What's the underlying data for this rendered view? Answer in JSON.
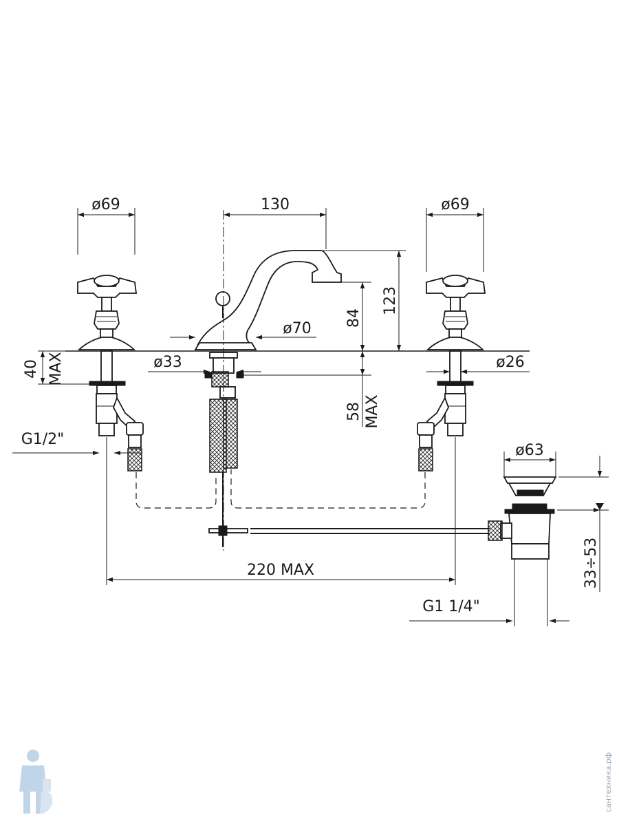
{
  "dimensions": {
    "left_handle_dia": "ø69",
    "spout_spacing": "130",
    "right_handle_dia": "ø69",
    "spout_height": "123",
    "spout_outlet_height": "84",
    "spout_base_dia": "ø70",
    "deck_thickness_value": "40",
    "deck_thickness_max": "MAX",
    "hole_dia": "ø33",
    "valve_shank_dia": "ø26",
    "spout_shank_value": "58",
    "spout_shank_max": "MAX",
    "inlet_thread": "G1/2\"",
    "waste_dia": "ø63",
    "overall_width": "220 MAX",
    "waste_thread": "G1  1/4\"",
    "waste_range": "33÷53"
  },
  "watermark": {
    "text": "сантехника.рф"
  }
}
